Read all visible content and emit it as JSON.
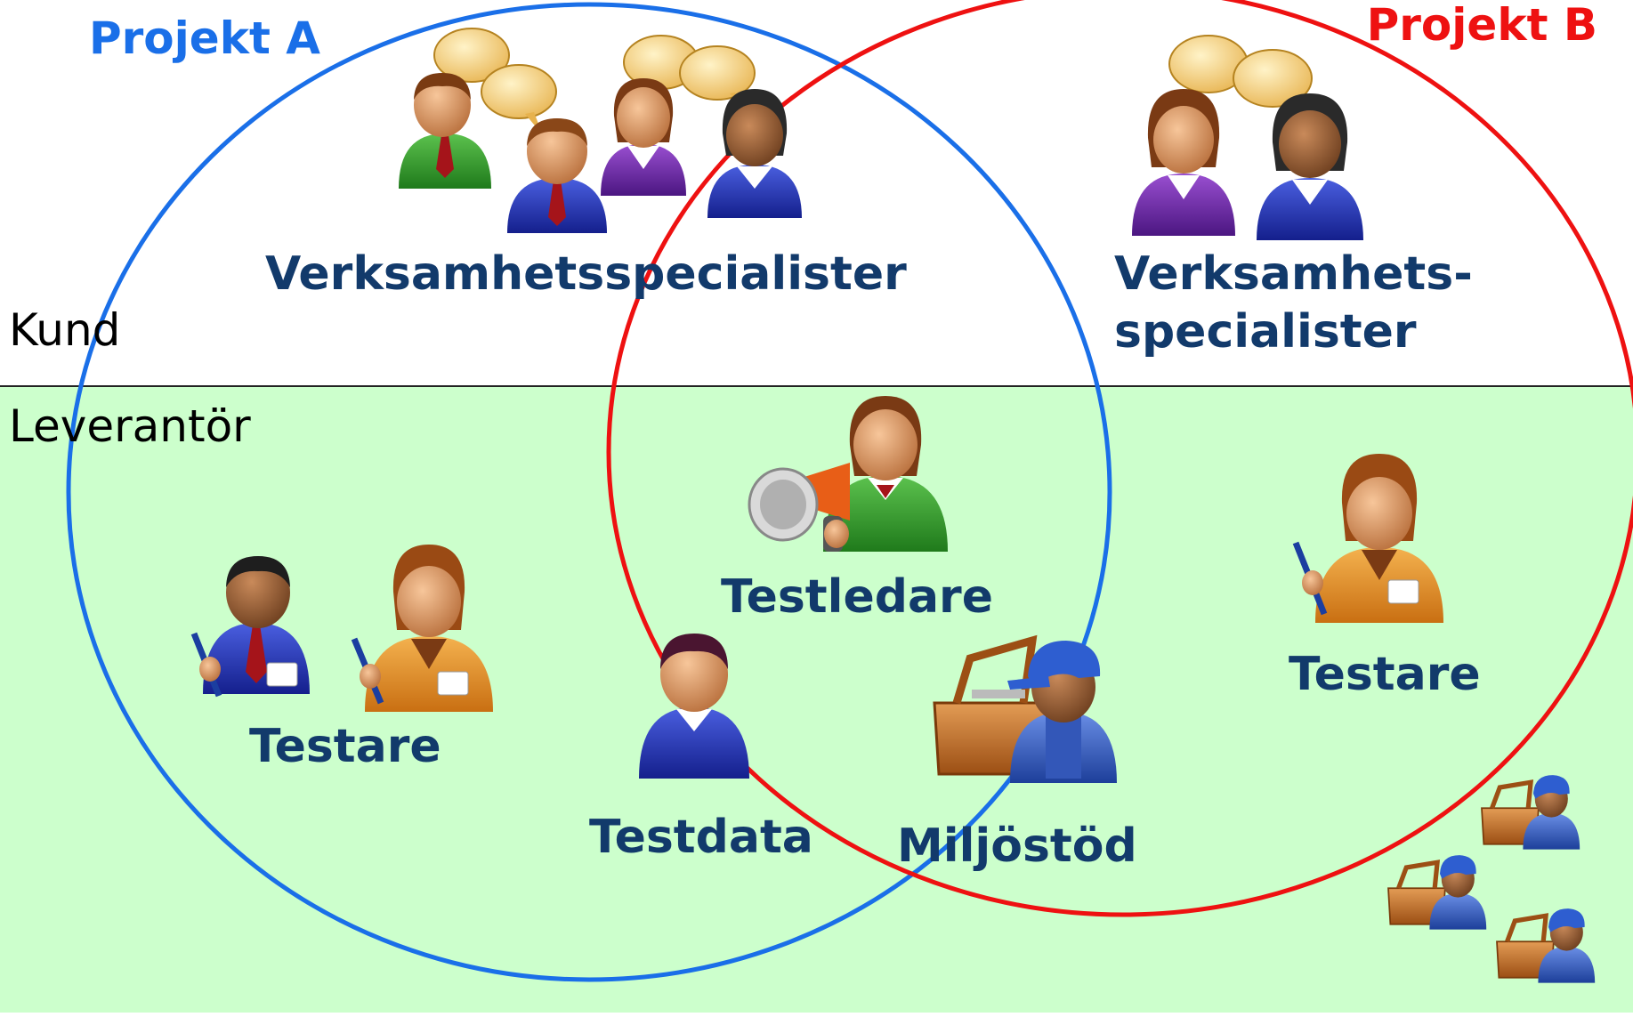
{
  "projects": [
    {
      "label": "Projekt A",
      "color": "#1a6fe8"
    },
    {
      "label": "Projekt B",
      "color": "#ee1111"
    }
  ],
  "zones": {
    "kund": "Kund",
    "leverantor": "Leverantör",
    "leverantor_bg": "#ccffcc"
  },
  "roles": {
    "business_specialists_a": "Verksamhetsspecialister",
    "business_specialists_b_line1": "Verksamhets-",
    "business_specialists_b_line2": "specialister",
    "testers_a": "Testare",
    "testers_b": "Testare",
    "test_manager": "Testledare",
    "test_data": "Testdata",
    "environment_support": "Miljöstöd"
  },
  "icons": [
    "business-person-icon",
    "speech-bubble-icon",
    "tester-icon",
    "test-manager-megaphone-icon",
    "test-data-person-icon",
    "toolbox-worker-icon"
  ]
}
